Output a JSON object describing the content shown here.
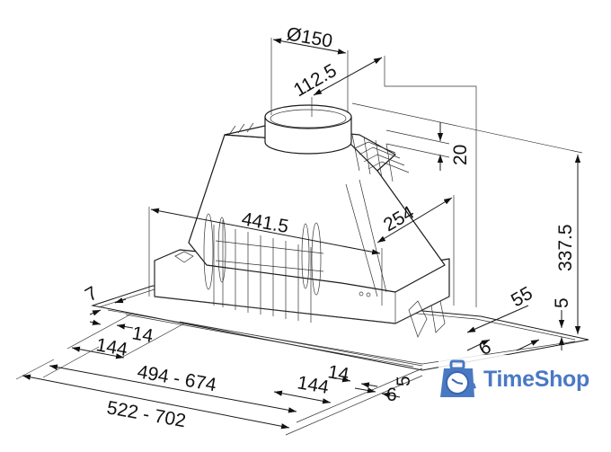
{
  "diagram": {
    "subject": "Built-in cooker hood dimension drawing",
    "units": "mm",
    "dimensions": {
      "outlet_diameter": "Ø150",
      "outlet_offset": "112.5",
      "outlet_collar_height": "20",
      "body_width": "441.5",
      "body_depth": "254",
      "total_height": "337.5",
      "frame_thickness": "5",
      "rear_offset": "55",
      "left_edge": "7",
      "left_inner_14": "14",
      "left_144": "144",
      "inner_width_range": "494 - 674",
      "outer_width_range": "522 - 702",
      "front_14": "14",
      "front_144": "144",
      "front_6": "6",
      "front_5": "5",
      "right_6": "6"
    }
  },
  "watermark": {
    "brand": "TimeShop",
    "color": "#4a79c4",
    "icon": "clock-bag-icon"
  }
}
